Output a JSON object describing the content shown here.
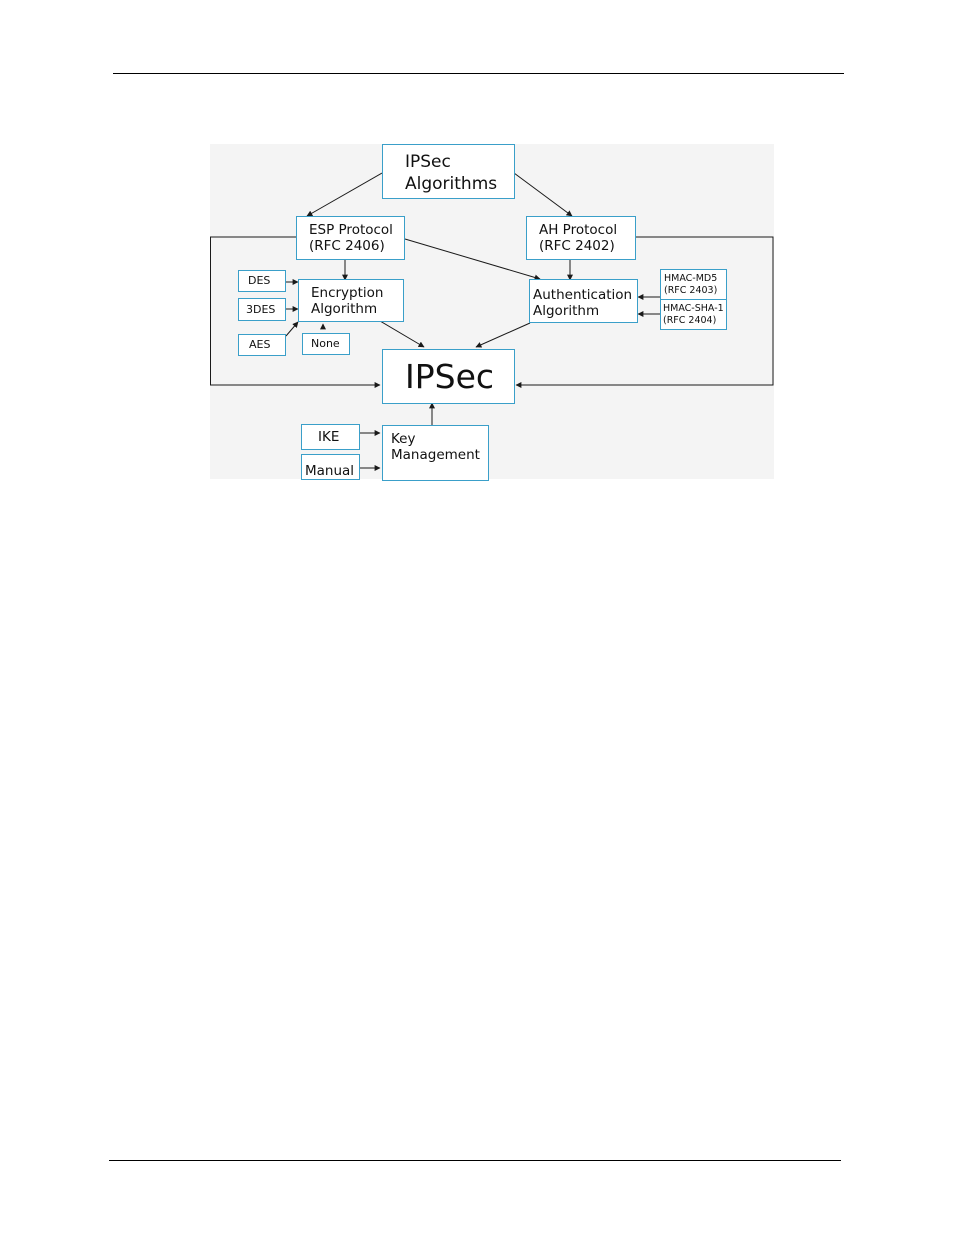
{
  "diagram": {
    "nodes": {
      "ipsec_algorithms": "IPSec\nAlgorithms",
      "esp_protocol": "ESP Protocol\n(RFC 2406)",
      "ah_protocol": "AH Protocol\n(RFC 2402)",
      "des": "DES",
      "three_des": "3DES",
      "aes": "AES",
      "none": "None",
      "encryption_algorithm": "Encryption\nAlgorithm",
      "authentication_algorithm": "Authentication\nAlgorithm",
      "hmac_md5": "HMAC-MD5\n(RFC 2403)",
      "hmac_sha1": "HMAC-SHA-1\n(RFC 2404)",
      "ipsec": "IPSec",
      "ike": "IKE",
      "manual": "Manual",
      "key_management": "Key\nManagement"
    },
    "colors": {
      "box_border": "#3a9fc9",
      "background": "#f4f4f4",
      "line": "#1a1a1a"
    }
  }
}
